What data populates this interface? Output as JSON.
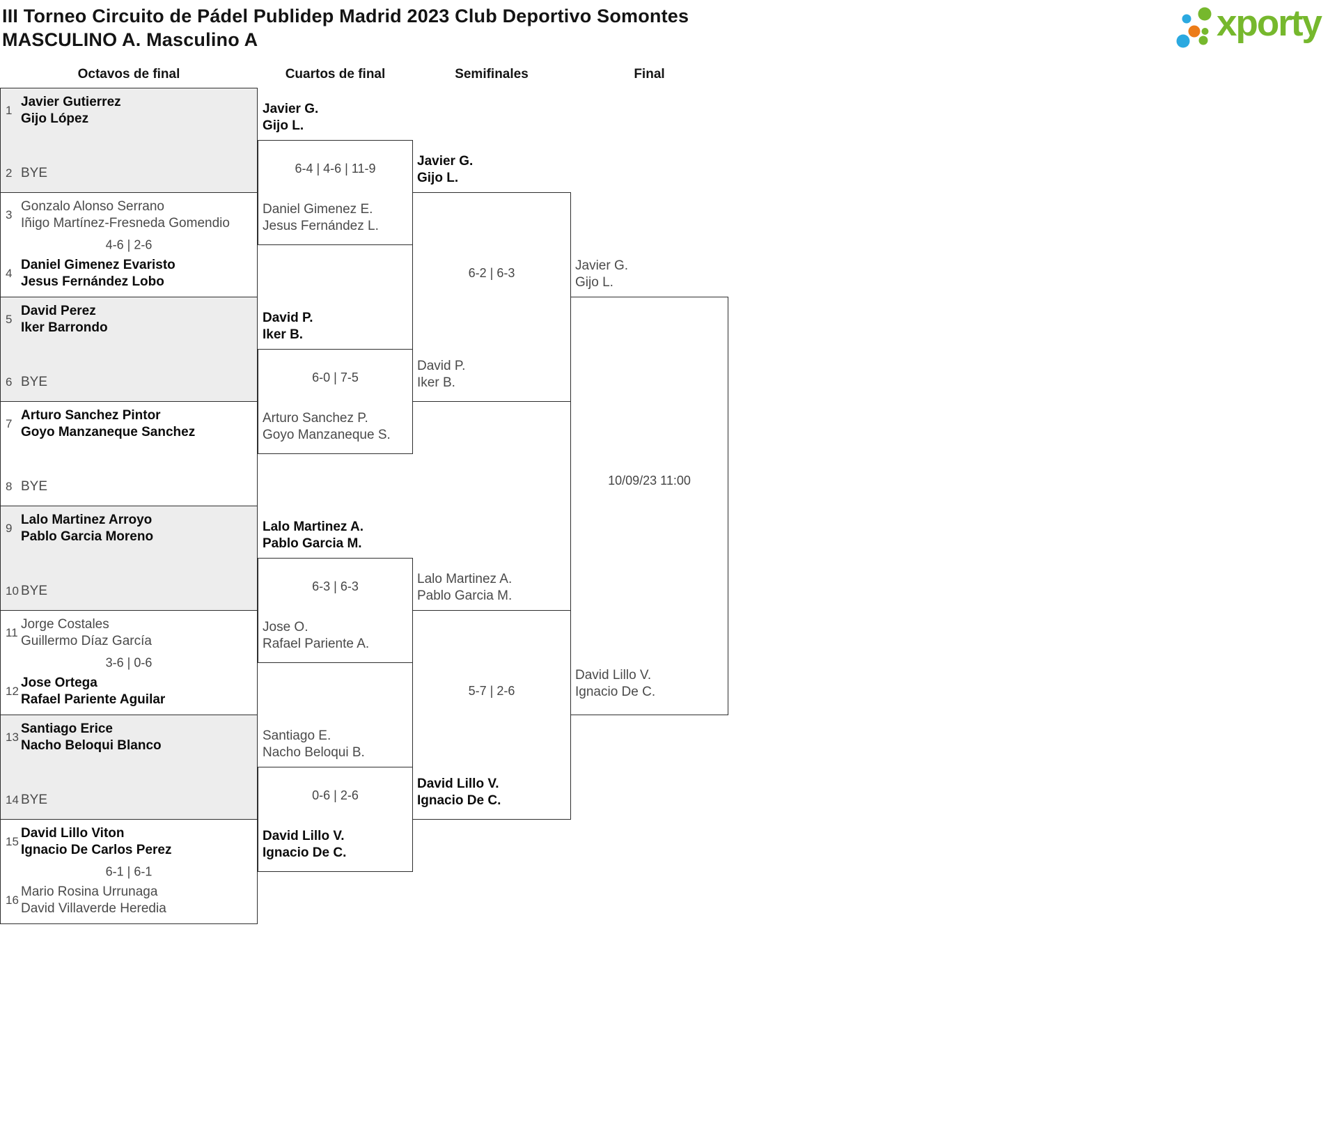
{
  "header": {
    "title_line1": "III Torneo Circuito de Pádel Publidep Madrid 2023 Club Deportivo Somontes",
    "title_line2": "MASCULINO A. Masculino A",
    "logo_text": "xporty",
    "logo_colors": {
      "green": "#76b82d",
      "blue": "#2ba9e0",
      "orange": "#ec7c18"
    }
  },
  "rounds": [
    {
      "label": "Octavos de final"
    },
    {
      "label": "Cuartos de final"
    },
    {
      "label": "Semifinales"
    },
    {
      "label": "Final"
    }
  ],
  "octavos": [
    {
      "seed1": "1",
      "team1": [
        "Javier Gutierrez",
        "Gijo López"
      ],
      "seed2": "2",
      "team2": [
        "BYE"
      ]
    },
    {
      "seed1": "3",
      "team1": [
        "Gonzalo Alonso Serrano",
        "Iñigo Martínez-Fresneda Gomendio"
      ],
      "score": "4-6 | 2-6",
      "seed2": "4",
      "team2": [
        "Daniel Gimenez Evaristo",
        "Jesus Fernández Lobo"
      ]
    },
    {
      "seed1": "5",
      "team1": [
        "David Perez",
        "Iker Barrondo"
      ],
      "seed2": "6",
      "team2": [
        "BYE"
      ]
    },
    {
      "seed1": "7",
      "team1": [
        "Arturo Sanchez Pintor",
        "Goyo Manzaneque Sanchez"
      ],
      "seed2": "8",
      "team2": [
        "BYE"
      ]
    },
    {
      "seed1": "9",
      "team1": [
        "Lalo Martinez Arroyo",
        "Pablo Garcia Moreno"
      ],
      "seed2": "10",
      "team2": [
        "BYE"
      ]
    },
    {
      "seed1": "11",
      "team1": [
        "Jorge Costales",
        "Guillermo Díaz García"
      ],
      "score": "3-6 | 0-6",
      "seed2": "12",
      "team2": [
        "Jose Ortega",
        "Rafael Pariente Aguilar"
      ]
    },
    {
      "seed1": "13",
      "team1": [
        "Santiago Erice",
        "Nacho Beloqui Blanco"
      ],
      "seed2": "14",
      "team2": [
        "BYE"
      ]
    },
    {
      "seed1": "15",
      "team1": [
        "David Lillo Viton",
        "Ignacio De Carlos Perez"
      ],
      "score": "6-1 | 6-1",
      "seed2": "16",
      "team2": [
        "Mario Rosina Urrunaga",
        "David Villaverde Heredia"
      ]
    }
  ],
  "cuartos": [
    {
      "top": [
        "Javier G.",
        "Gijo L."
      ],
      "score": "6-4 | 4-6 | 11-9",
      "bottom": [
        "Daniel Gimenez E.",
        "Jesus Fernández L."
      ]
    },
    {
      "top": [
        "David P.",
        "Iker B."
      ],
      "score": "6-0 | 7-5",
      "bottom": [
        "Arturo Sanchez P.",
        "Goyo Manzaneque S."
      ]
    },
    {
      "top": [
        "Lalo Martinez A.",
        "Pablo Garcia M."
      ],
      "score": "6-3 | 6-3",
      "bottom": [
        "Jose O.",
        "Rafael Pariente A."
      ]
    },
    {
      "top": [
        "Santiago E.",
        "Nacho Beloqui B."
      ],
      "score": "0-6 | 2-6",
      "bottom": [
        "David Lillo V.",
        "Ignacio De C."
      ]
    }
  ],
  "semifinales": [
    {
      "top": [
        "Javier G.",
        "Gijo L."
      ],
      "score": "6-2 | 6-3",
      "bottom": [
        "David P.",
        "Iker B."
      ]
    },
    {
      "top": [
        "Lalo Martinez A.",
        "Pablo Garcia M."
      ],
      "score": "5-7 | 2-6",
      "bottom": [
        "David Lillo V.",
        "Ignacio De C."
      ]
    }
  ],
  "final": {
    "top": [
      "Javier G.",
      "Gijo L."
    ],
    "schedule": "10/09/23 11:00",
    "bottom": [
      "David Lillo V.",
      "Ignacio De C."
    ]
  }
}
